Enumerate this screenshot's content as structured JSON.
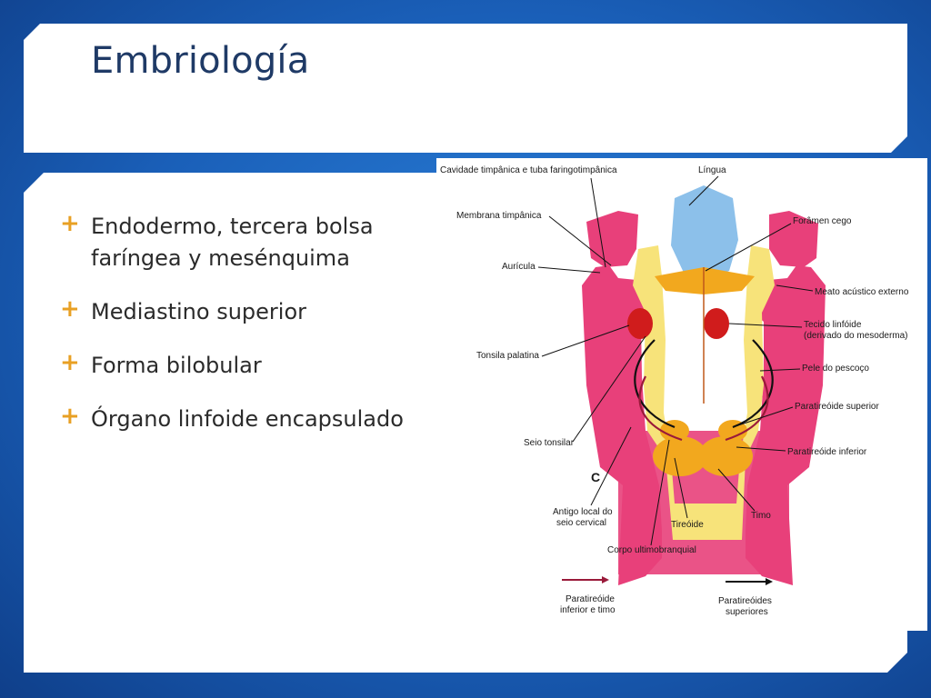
{
  "slide": {
    "title": "Embriología",
    "bullets": [
      "Endodermo, tercera bolsa faríngea y mesénquima",
      "Mediastino superior",
      "Forma bilobular",
      "Órgano linfoide encapsulado"
    ]
  },
  "figure": {
    "labels": {
      "cavidade": "Cavidade timpânica e tuba faringotimpânica",
      "lingua": "Língua",
      "membrana": "Membrana timpânica",
      "foramen": "Forâmen cego",
      "auricula": "Aurícula",
      "meato": "Meato acústico externo",
      "tecido1": "Tecido linfóide",
      "tecido2": "(derivado do mesoderma)",
      "tonsila": "Tonsila palatina",
      "pele": "Pele do pescoço",
      "parasup": "Paratireóide superior",
      "seio": "Seio tonsilar",
      "parainf": "Paratireóide inferior",
      "c": "C",
      "antigo1": "Antigo local do",
      "antigo2": "seio cervical",
      "tireoide": "Tireóide",
      "timo": "Timo",
      "corpo": "Corpo ultimobranquial",
      "leg1a": "Paratireóide",
      "leg1b": "inferior e timo",
      "leg2a": "Paratireóides",
      "leg2b": "superiores"
    }
  },
  "colors": {
    "accent": "#e8a024",
    "title": "#1f3a66",
    "pink": "#e8407a",
    "yellow": "#f7e37a",
    "orange": "#f2a81e",
    "blue": "#8cc0ea"
  }
}
